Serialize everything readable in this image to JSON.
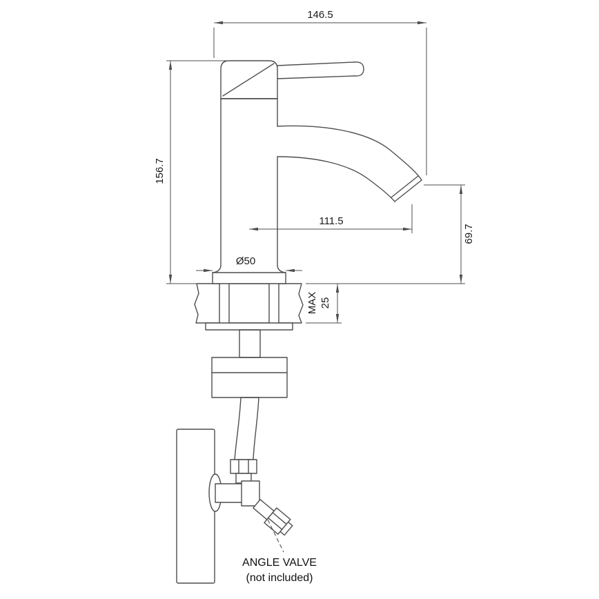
{
  "drawing": {
    "type": "technical-drawing",
    "subject": "single-lever basin mixer tap installation diagram",
    "colors": {
      "line": "#4d4d4d",
      "text": "#1a1a1a",
      "background": "#ffffff"
    },
    "dimensions": {
      "overall_reach": "146.5",
      "overall_height": "156.7",
      "spout_reach": "111.5",
      "spout_height": "69.7",
      "base_diameter": "Ø50",
      "deck_max_label": "MAX",
      "deck_max_value": "25"
    },
    "notes": {
      "angle_valve_line1": "ANGLE VALVE",
      "angle_valve_line2": "(not included)"
    }
  }
}
